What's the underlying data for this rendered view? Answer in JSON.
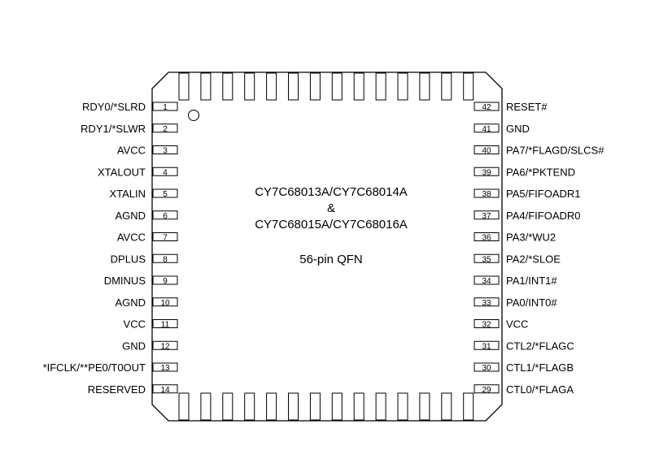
{
  "chip": {
    "title_line1": "CY7C68013A/CY7C68014A",
    "title_line2": "&",
    "title_line3": "CY7C68015A/CY7C68016A",
    "package": "56-pin  QFN"
  },
  "left_pins": [
    {
      "num": "1",
      "name": "RDY0/*SLRD"
    },
    {
      "num": "2",
      "name": "RDY1/*SLWR"
    },
    {
      "num": "3",
      "name": "AVCC"
    },
    {
      "num": "4",
      "name": "XTALOUT"
    },
    {
      "num": "5",
      "name": "XTALIN"
    },
    {
      "num": "6",
      "name": "AGND"
    },
    {
      "num": "7",
      "name": "AVCC"
    },
    {
      "num": "8",
      "name": "DPLUS"
    },
    {
      "num": "9",
      "name": "DMINUS"
    },
    {
      "num": "10",
      "name": "AGND"
    },
    {
      "num": "11",
      "name": "VCC"
    },
    {
      "num": "12",
      "name": "GND"
    },
    {
      "num": "13",
      "name": "*IFCLK/**PE0/T0OUT"
    },
    {
      "num": "14",
      "name": "RESERVED"
    }
  ],
  "right_pins": [
    {
      "num": "42",
      "name": "RESET#"
    },
    {
      "num": "41",
      "name": "GND"
    },
    {
      "num": "40",
      "name": "PA7/*FLAGD/SLCS#"
    },
    {
      "num": "39",
      "name": "PA6/*PKTEND"
    },
    {
      "num": "38",
      "name": "PA5/FIFOADR1"
    },
    {
      "num": "37",
      "name": "PA4/FIFOADR0"
    },
    {
      "num": "36",
      "name": "PA3/*WU2"
    },
    {
      "num": "35",
      "name": "PA2/*SLOE"
    },
    {
      "num": "34",
      "name": "PA1/INT1#"
    },
    {
      "num": "33",
      "name": "PA0/INT0#"
    },
    {
      "num": "32",
      "name": "VCC"
    },
    {
      "num": "31",
      "name": "CTL2/*FLAGC"
    },
    {
      "num": "30",
      "name": "CTL1/*FLAGB"
    },
    {
      "num": "29",
      "name": "CTL0/*FLAGA"
    }
  ]
}
